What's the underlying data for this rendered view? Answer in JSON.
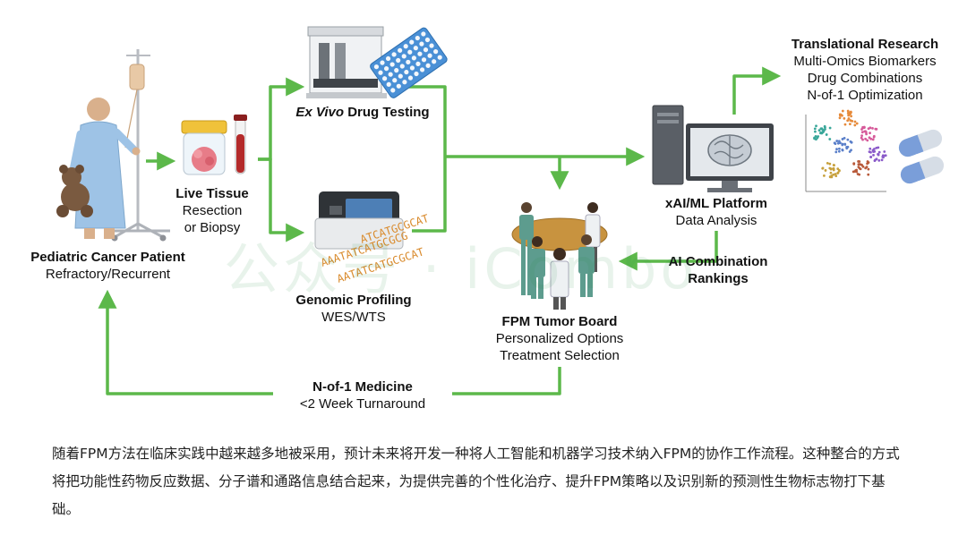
{
  "nodes": {
    "patient": {
      "title": "Pediatric Cancer Patient",
      "subtitle": "Refractory/Recurrent"
    },
    "tissue": {
      "title": "Live Tissue",
      "line1": "Resection",
      "line2": "or Biopsy"
    },
    "exvivo": {
      "title_italic": "Ex Vivo",
      "title_rest": "Drug Testing"
    },
    "genomic": {
      "title": "Genomic Profiling",
      "subtitle": "WES/WTS"
    },
    "board": {
      "title": "FPM Tumor Board",
      "line1": "Personalized Options",
      "line2": "Treatment Selection"
    },
    "platform": {
      "title": "xAI/ML Platform",
      "subtitle": "Data Analysis"
    },
    "rankings": {
      "line1": "AI Combination",
      "line2": "Rankings"
    },
    "research": {
      "title": "Translational Research",
      "line1": "Multi-Omics Biomarkers",
      "line2": "Drug Combinations",
      "line3": "N-of-1 Optimization"
    },
    "medicine": {
      "title": "N-of-1 Medicine",
      "subtitle": "<2 Week Turnaround"
    }
  },
  "sequence_text": [
    "ATCATGCGCAT",
    "AAATATCATGCGCG",
    "AATATCATGCGCAT"
  ],
  "watermark": "公众号 · iCombo",
  "caption": "随着FPM方法在临床实践中越来越多地被采用，预计未来将开发一种将人工智能和机器学习技术纳入FPM的协作工作流程。这种整合的方式将把功能性药物反应数据、分子谱和通路信息结合起来，为提供完善的个性化治疗、提升FPM策略以及识别新的预测性生物标志物打下基础。",
  "colors": {
    "arrow": "#5cb84a",
    "gown": "#9ec3e6",
    "accent": "#d98a2c"
  }
}
